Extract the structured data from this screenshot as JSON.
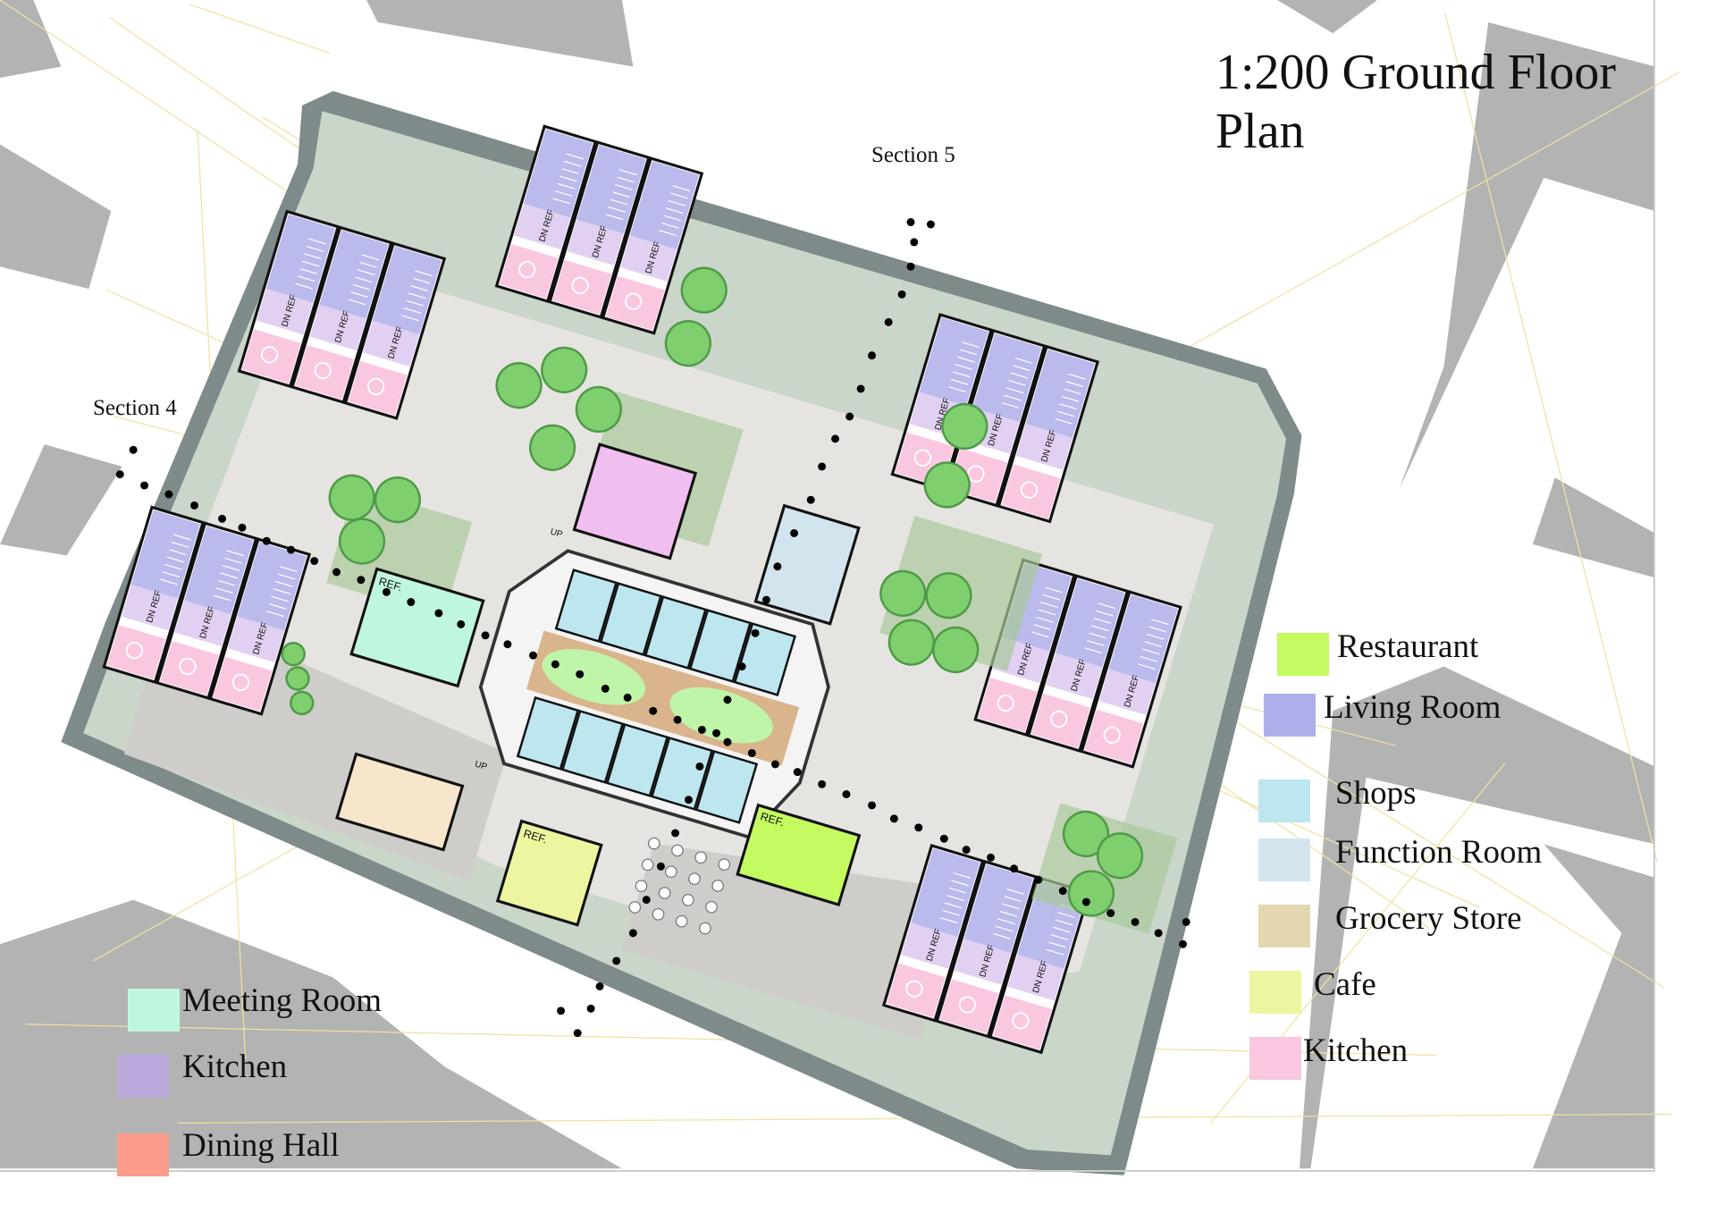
{
  "title": "1:200 Ground Floor Plan",
  "sections": {
    "section_5": "Section 5",
    "section_4": "Section 4"
  },
  "room_tags": {
    "ref": "REF.",
    "up": "UP",
    "unit_tag": "DN REF"
  },
  "legend_right": [
    {
      "label": "Restaurant",
      "color": "#c4fb60"
    },
    {
      "label": "Living Room",
      "color": "#aeaeea"
    },
    {
      "label": "Shops",
      "color": "#bde6ef"
    },
    {
      "label": "Function Room",
      "color": "#d2e5ef"
    },
    {
      "label": "Grocery Store",
      "color": "#e2d7b0"
    },
    {
      "label": "Cafe",
      "color": "#eef5a0"
    },
    {
      "label": "Kitchen",
      "color": "#fac7e0"
    }
  ],
  "legend_left": [
    {
      "label": "Meeting Room",
      "color": "#bff7de"
    },
    {
      "label": "Kitchen",
      "color": "#bba9dc"
    },
    {
      "label": "Dining Hall",
      "color": "#fb9c8c"
    }
  ],
  "colors": {
    "site_border": "#7f8a8a",
    "site_green": "#c9d6c9",
    "plaza": "#e6e4e0",
    "paving": "#cfcdc9",
    "neighbour_buildings": "#b3b3b3",
    "contour_lines": "#efe2a0",
    "tree": "#7fcf6f",
    "lawn": "#a8c99a",
    "grocery_strip": "#d9b48c",
    "oval_lawn": "#bff5a8"
  }
}
